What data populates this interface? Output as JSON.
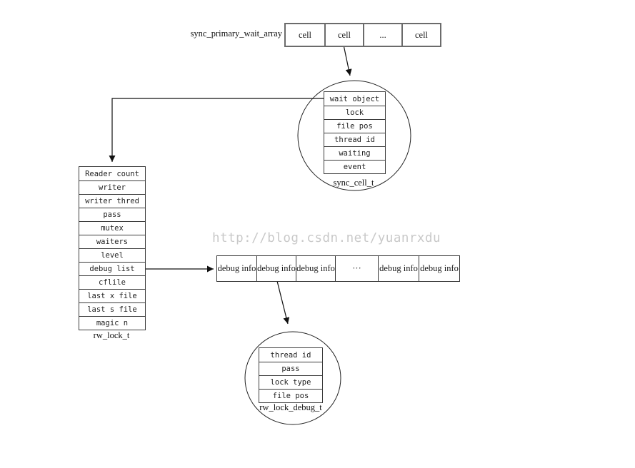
{
  "watermark": {
    "text": "http://blog.csdn.net/yuanrxdu"
  },
  "wait_array": {
    "label": "sync_primary_wait_array",
    "cells": [
      "cell",
      "cell",
      "...",
      "cell"
    ]
  },
  "sync_cell": {
    "label": "sync_cell_t",
    "rows": [
      "wait object",
      "lock",
      "file pos",
      "thread id",
      "waiting",
      "event"
    ]
  },
  "rw_lock": {
    "label": "rw_lock_t",
    "rows": [
      "Reader count",
      "writer",
      "writer thred",
      "pass",
      "mutex",
      "waiters",
      "level",
      "debug list",
      "cflile",
      "last x file",
      "last s file",
      "magic n"
    ]
  },
  "debug_array": {
    "cells": [
      "debug info",
      "debug info",
      "debug info",
      "···",
      "debug info",
      "debug info"
    ]
  },
  "rw_lock_debug": {
    "label": "rw_lock_debug_t",
    "rows": [
      "thread id",
      "pass",
      "lock type",
      "file pos"
    ]
  },
  "colors": {
    "background": "#ffffff",
    "line": "#1a1a1a",
    "table_border": "#3b3b3b",
    "array_border": "#6b6b6b",
    "text": "#1f1f1f",
    "watermark": "#c9c9c9"
  }
}
